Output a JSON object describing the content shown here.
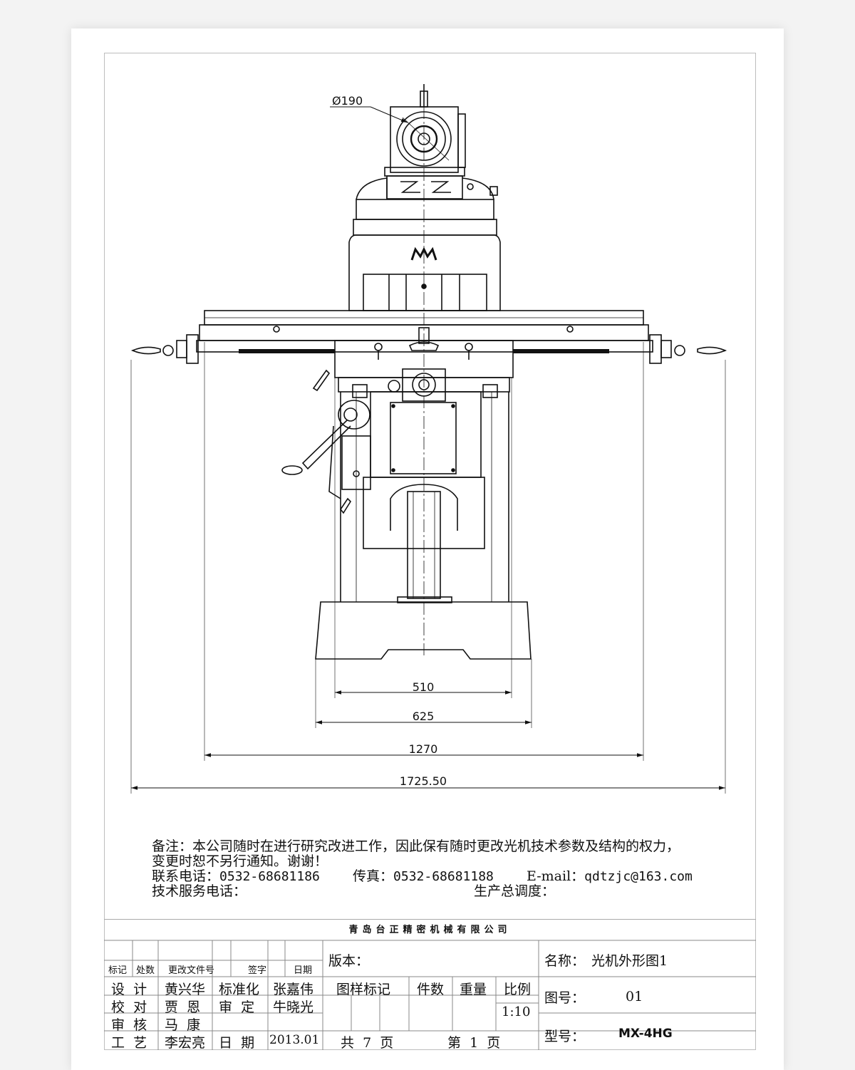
{
  "drawing": {
    "dimensions": {
      "spindle_diameter": "Ø190",
      "d510": "510",
      "d625": "625",
      "d1270": "1270",
      "d1725": "1725.50"
    }
  },
  "notes": {
    "remark_line1": "备注：本公司随时在进行研究改进工作，因此保有随时更改光机技术参数及结构的权力，",
    "remark_line2": "变更时恕不另行通知。谢谢！",
    "phone_label": "联系电话：",
    "phone": "0532-68681186",
    "fax_label": "传真：",
    "fax": "0532-68681188",
    "email_label": "E-mail：",
    "email": "qdtzjc@163.com",
    "service_label": "技术服务电话：",
    "dispatch_label": "生产总调度："
  },
  "title_block": {
    "company": "青岛台正精密机械有限公司",
    "headers": {
      "mark": "标记",
      "count": "处数",
      "doc": "更改文件号",
      "sign": "签字",
      "date": "日期"
    },
    "version_label": "版本：",
    "name_label": "名称：",
    "name_value": "光机外形图1",
    "design_label": "设  计",
    "design_name": "黄兴华",
    "standard_label": "标准化",
    "standard_name": "张嘉伟",
    "check_label": "校  对",
    "check_name": "贾  恩",
    "review_label": "审  定",
    "review_name": "牛晓光",
    "audit_label": "审  核",
    "audit_name": "马  康",
    "process_label": "工  艺",
    "process_name": "李宏亮",
    "date_label": "日  期",
    "date_value": "2013.01",
    "sample_mark": "图样标记",
    "quantity": "件数",
    "weight": "重量",
    "scale_label": "比例",
    "scale_value": "1:10",
    "drawing_no_label": "图号：",
    "drawing_no_value": "01",
    "total_pages": "共  7  页",
    "page": "第  1  页",
    "model_label": "型号：",
    "model_value": "MX-4HG"
  }
}
